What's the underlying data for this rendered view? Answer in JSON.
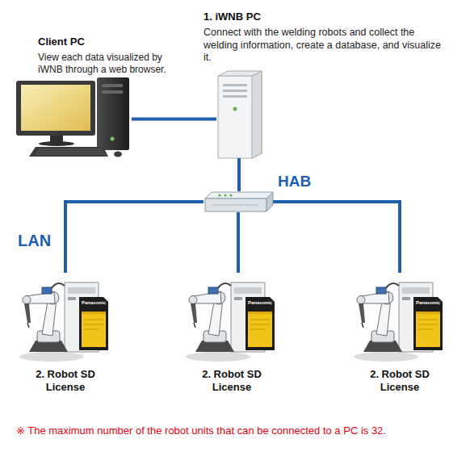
{
  "diagram": {
    "nodes": [
      {
        "text": [
          "Client PC",
          "View each data visualized by iWNB through a web browser."
        ]
      },
      {
        "text": [
          "1. iWNB PC",
          "Connect with the welding robots and collect the welding information, create a database, and visualize it."
        ]
      },
      {
        "text": [
          "HAB"
        ]
      },
      {
        "text": [
          "2. Robot SD License"
        ]
      },
      {
        "text": [
          "2. Robot SD License"
        ]
      },
      {
        "text": [
          "2. Robot SD License"
        ]
      }
    ],
    "edges": [
      {
        "from": 0,
        "to": 1,
        "arrow": "none"
      },
      {
        "from": 1,
        "to": 2,
        "arrow": "none"
      },
      {
        "from": 2,
        "to": 3,
        "arrow": "none"
      },
      {
        "from": 2,
        "to": 4,
        "arrow": "none"
      },
      {
        "from": 2,
        "to": 5,
        "arrow": "none"
      }
    ],
    "labels": [
      "LAN",
      "※ The maximum number of the robot units that can be connected to a PC is 32.",
      "Panasonic",
      "Panasonic",
      "Panasonic"
    ]
  }
}
